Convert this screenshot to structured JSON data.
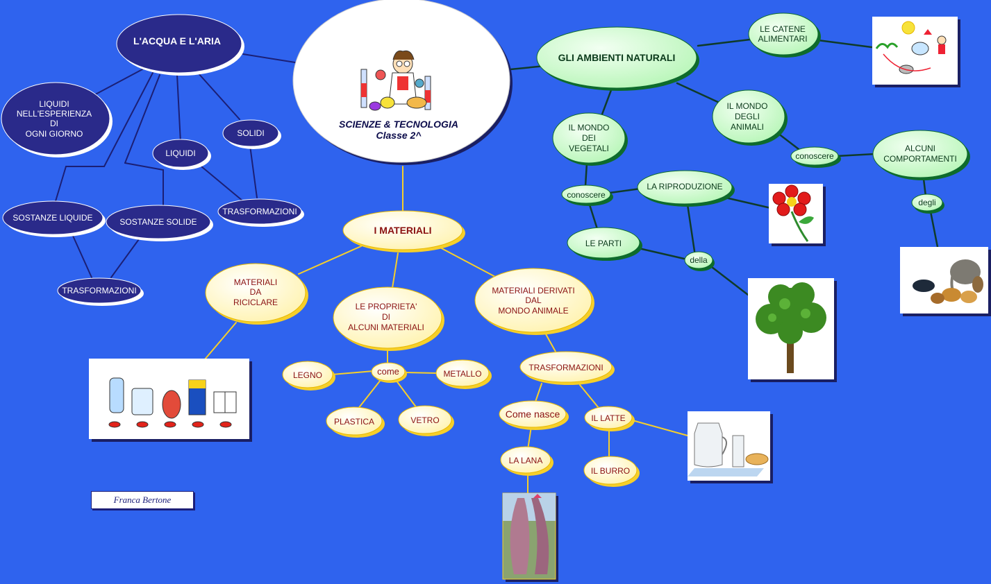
{
  "colors": {
    "background": "#2f63ee",
    "navy_fill": "#2a2a8a",
    "navy_text": "#ffffff",
    "yellow_fill": "#fff8c6",
    "yellow_text": "#8a1111",
    "yellow_edge": "#f6cf2a",
    "green_fill": "#cdfccd",
    "green_text": "#0b3a1b",
    "green_edge": "#0e6b2c",
    "line_dark": "#1a1f63",
    "line_yellow": "#f6cf2a"
  },
  "center": {
    "title_line1": "SCIENZE & TECNOLOGIA",
    "title_line2": "Classe 2^",
    "image_icon": "scientist-icon"
  },
  "left_branch": {
    "main": "L'ACQUA E L'ARIA",
    "nodes": {
      "liquidi_esperienza": [
        "LIQUIDI",
        "NELL'ESPERIENZA",
        "DI",
        "OGNI GIORNO"
      ],
      "liquidi": "LIQUIDI",
      "solidi": "SOLIDI",
      "trasformazioni_1": "TRASFORMAZIONI",
      "sostanze_liquide": "SOSTANZE LIQUIDE",
      "sostanze_solide": "SOSTANZE SOLIDE",
      "trasformazioni_2": "TRASFORMAZIONI"
    }
  },
  "bottom_branch": {
    "main": "I MATERIALI",
    "nodes": {
      "materiali_riciclare": [
        "MATERIALI",
        "DA",
        "RICICLARE"
      ],
      "proprieta": [
        "LE PROPRIETA'",
        "DI",
        "ALCUNI MATERIALI"
      ],
      "materiali_animale": [
        "MATERIALI DERIVATI",
        "DAL",
        "MONDO ANIMALE"
      ],
      "come": "come",
      "legno": "LEGNO",
      "metallo": "METALLO",
      "plastica": "PLASTICA",
      "vetro": "VETRO",
      "trasformazioni": "TRASFORMAZIONI",
      "come_nasce": "Come nasce",
      "il_latte": "IL LATTE",
      "la_lana": "LA LANA",
      "il_burro": "IL BURRO"
    },
    "images": {
      "recycle": "recycled-materials-cartoon-icon",
      "milk": "milk-jug-icon",
      "wool": "wool-skein-icon"
    }
  },
  "right_branch": {
    "main": "GLI AMBIENTI NATURALI",
    "nodes": {
      "catene": [
        "LE CATENE",
        "ALIMENTARI"
      ],
      "mondo_animali": [
        "IL MONDO",
        "DEGLI",
        "ANIMALI"
      ],
      "mondo_vegetali": [
        "IL MONDO",
        "DEI",
        "VEGETALI"
      ],
      "conoscere_1": "conoscere",
      "alcuni_comportamenti": [
        "ALCUNI",
        "COMPORTAMENTI"
      ],
      "conoscere_2": "conoscere",
      "riproduzione": "LA RIPRODUZIONE",
      "le_parti": "LE PARTI",
      "della": "della",
      "degli": "degli"
    },
    "images": {
      "food_chain": "food-chain-diagram-icon",
      "flower": "flower-icon",
      "tree": "tree-icon",
      "animals": "animals-group-icon"
    }
  },
  "author": "Franca Bertone"
}
